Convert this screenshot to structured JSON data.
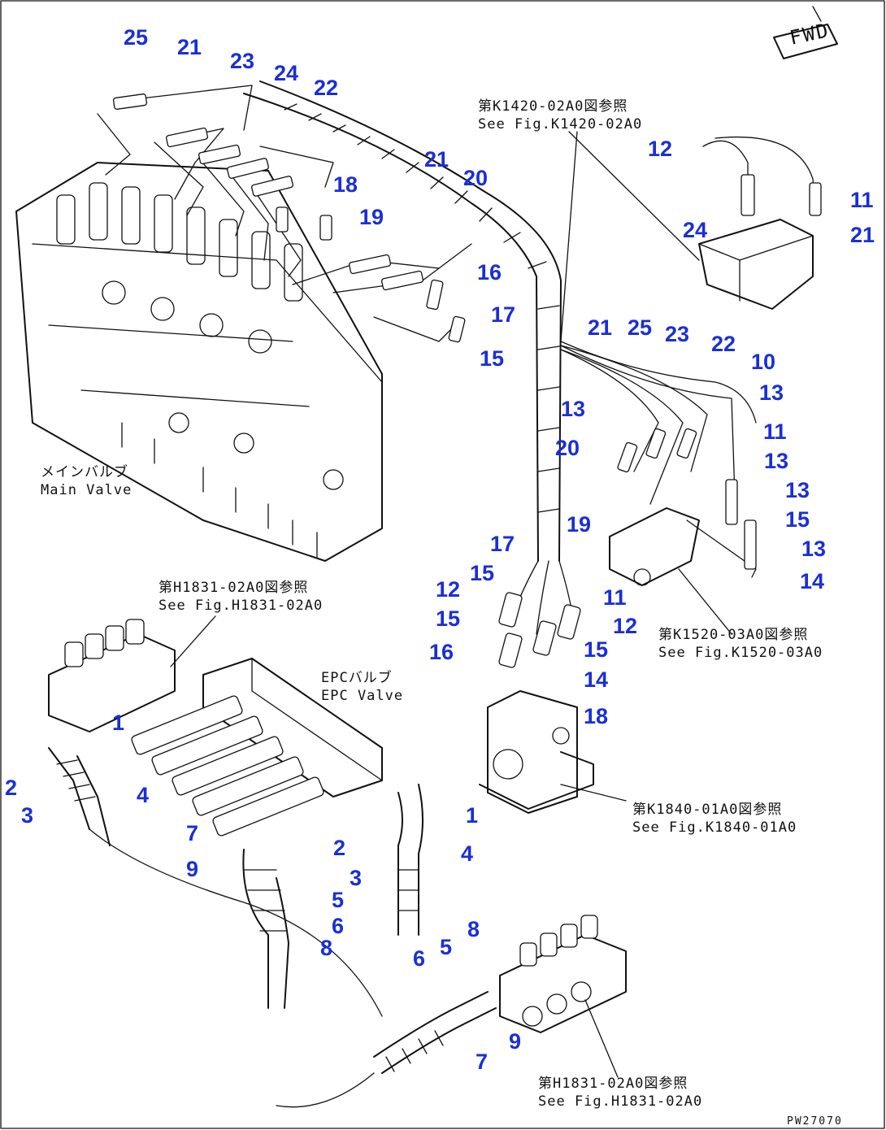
{
  "fwd_label": "FWD",
  "drawing_code": "PW27070",
  "notes": [
    {
      "id": "note-main-valve",
      "jp": "メインバルブ",
      "en": "Main Valve"
    },
    {
      "id": "note-epc-valve",
      "jp": "EPCバルブ",
      "en": "EPC Valve"
    },
    {
      "id": "note-k1420",
      "jp": "第K1420-02A0図参照",
      "en": "See Fig.K1420-02A0"
    },
    {
      "id": "note-h1831-top",
      "jp": "第H1831-02A0図参照",
      "en": "See Fig.H1831-02A0"
    },
    {
      "id": "note-k1520",
      "jp": "第K1520-03A0図参照",
      "en": "See Fig.K1520-03A0"
    },
    {
      "id": "note-k1840",
      "jp": "第K1840-01A0図参照",
      "en": "See Fig.K1840-01A0"
    },
    {
      "id": "note-h1831-bottom",
      "jp": "第H1831-02A0図参照",
      "en": "See Fig.H1831-02A0"
    }
  ],
  "callouts": [
    "25",
    "21",
    "23",
    "24",
    "22",
    "18",
    "19",
    "21",
    "20",
    "16",
    "17",
    "15",
    "12",
    "24",
    "11",
    "21",
    "21",
    "25",
    "23",
    "22",
    "10",
    "13",
    "11",
    "13",
    "13",
    "20",
    "13",
    "15",
    "13",
    "14",
    "19",
    "17",
    "15",
    "12",
    "15",
    "16",
    "11",
    "12",
    "15",
    "14",
    "18",
    "1",
    "2",
    "3",
    "4",
    "1",
    "2",
    "4",
    "3",
    "7",
    "9",
    "5",
    "6",
    "8",
    "8",
    "6",
    "5",
    "9",
    "7"
  ]
}
